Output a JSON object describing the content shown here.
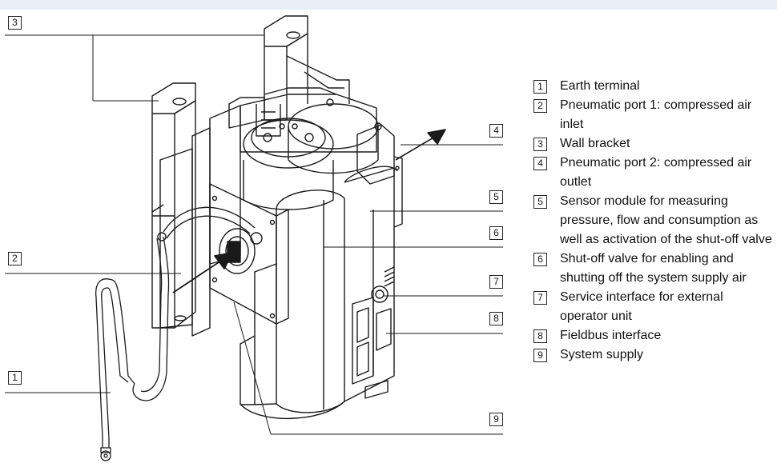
{
  "callouts": [
    "1",
    "2",
    "3",
    "4",
    "5",
    "6",
    "7",
    "8",
    "9"
  ],
  "legend": [
    {
      "num": "1",
      "text": "Earth terminal"
    },
    {
      "num": "2",
      "text": "Pneumatic port 1: compressed air inlet"
    },
    {
      "num": "3",
      "text": "Wall bracket"
    },
    {
      "num": "4",
      "text": "Pneumatic port 2: compressed air outlet"
    },
    {
      "num": "5",
      "text": "Sensor module for measuring pressure, flow and consumption as well as activation of the shut-off valve"
    },
    {
      "num": "6",
      "text": "Shut-off valve for enabling and shutting off the system supply air"
    },
    {
      "num": "7",
      "text": "Service interface for external operator unit"
    },
    {
      "num": "8",
      "text": "Fieldbus interface"
    },
    {
      "num": "9",
      "text": "System supply"
    }
  ]
}
